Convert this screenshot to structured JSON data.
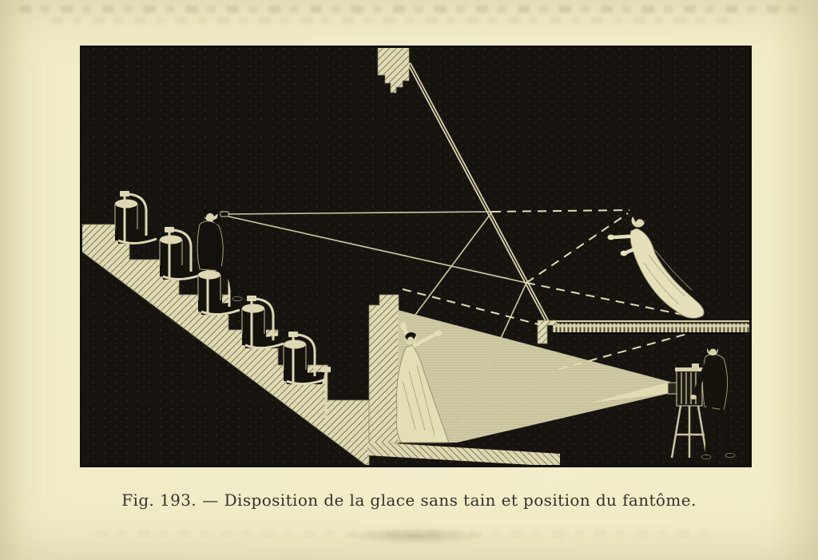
{
  "page": {
    "type": "scanned-book-page",
    "paper_color": "#f0ebc6",
    "ink_color": "#35312a"
  },
  "figure": {
    "label": "Fig. 193.",
    "separator": "—",
    "caption": "Disposition de la glace sans tain et position du fantôme.",
    "full_caption": "Fig. 193. — Disposition de la glace sans tain et position du fantôme."
  },
  "engraving": {
    "alt": "Cross-section of a theatre showing the Pepper's ghost illusion: a spectator with opera glasses on tiered seats looks through an inclined sheet of plain glass; a hidden actor in a below-stage pit, lit by a lantern on a tripod worked by an operator, appears as a phantom floating above the stage at right.",
    "colors": {
      "field_black": "#171410",
      "engraving_light": "#e3ddb6",
      "construction_line": "#d6d0ab",
      "paper": "#f0ebc6"
    },
    "elements": [
      "auditorium-steps",
      "theater-seats",
      "spectator-with-opera-glasses",
      "ceiling-mount",
      "inclined-glass-sheet",
      "sight-lines",
      "virtual-image-rays",
      "hidden-actor",
      "light-cone",
      "magic-lantern",
      "lantern-operator",
      "stage-floor",
      "below-stage-pit",
      "ghost-figure"
    ]
  }
}
